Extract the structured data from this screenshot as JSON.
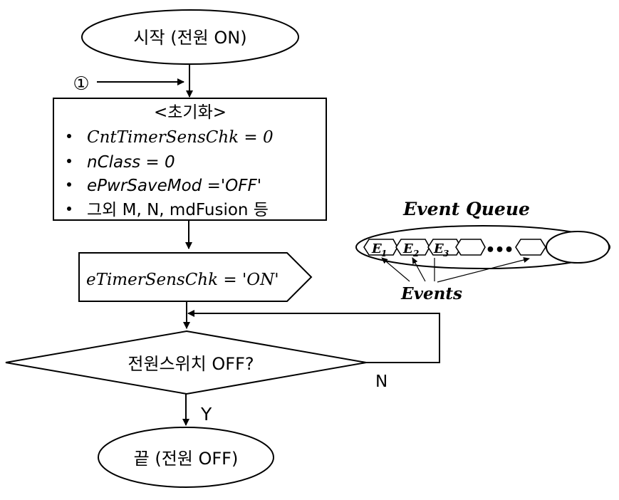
{
  "start": {
    "label": "시작 (전원 ON)"
  },
  "entry_marker": "①",
  "init": {
    "title": "<초기화>",
    "items": [
      {
        "text": "CntTimerSensChk = 0"
      },
      {
        "text": "nClass =   0"
      },
      {
        "text": "ePwrSaveMod ='OFF'"
      },
      {
        "text": "그외 M, N, mdFusion 등"
      }
    ]
  },
  "timer_step": {
    "label": "eTimerSensChk = 'ON'"
  },
  "decision": {
    "label": "전원스위치 OFF?",
    "yes": "Y",
    "no": "N"
  },
  "end": {
    "label": "끝 (전원 OFF)"
  },
  "queue": {
    "title": "Event Queue",
    "slots": [
      "E1",
      "E2",
      "E3",
      "",
      "",
      ""
    ],
    "slot_subscripts": [
      "1",
      "2",
      "3"
    ],
    "slot_letter": "E",
    "ellipsis": "•••",
    "events_label": "Events"
  },
  "colors": {
    "stroke": "#000000",
    "background": "#ffffff"
  }
}
